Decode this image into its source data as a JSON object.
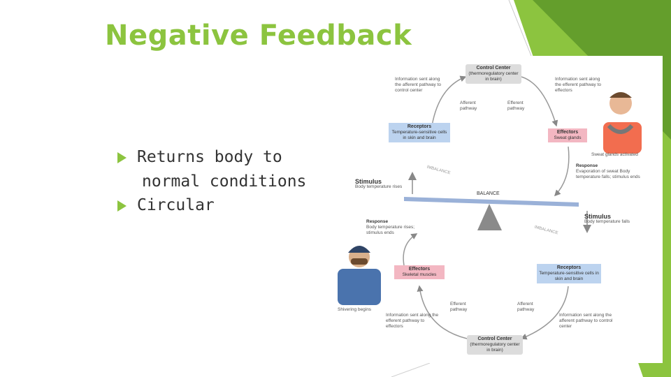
{
  "slide": {
    "title": "Negative Feedback",
    "bullets": [
      {
        "line1": "Returns body to",
        "line2": "normal conditions"
      },
      {
        "line1": "Circular"
      }
    ]
  },
  "diagram": {
    "top_control_center": {
      "title": "Control Center",
      "body": "(thermoregulatory center in brain)"
    },
    "top_left_info": "Information sent along the afferent pathway to control center",
    "top_right_info": "Information sent along the efferent pathway to effectors",
    "top_afferent": "Afferent pathway",
    "top_efferent": "Efferent pathway",
    "upper_receptors": {
      "title": "Receptors",
      "body": "Temperature-sensitive cells in skin and brain"
    },
    "upper_effectors": {
      "title": "Effectors",
      "body": "Sweat glands"
    },
    "sweat_label": "Sweat glands activated",
    "upper_response": {
      "title": "Response",
      "body": "Evaporation of sweat Body temperature falls; stimulus ends"
    },
    "left_stimulus": {
      "title": "Stimulus",
      "body": "Body temperature rises"
    },
    "imbalance_upper": "IMBALANCE",
    "balance": "BALANCE",
    "imbalance_lower": "IMBALANCE",
    "right_stimulus": {
      "title": "Stimulus",
      "body": "Body temperature falls"
    },
    "lower_response": {
      "title": "Response",
      "body": "Body temperature rises; stimulus ends"
    },
    "lower_effectors": {
      "title": "Effectors",
      "body": "Skeletal muscles"
    },
    "lower_receptors": {
      "title": "Receptors",
      "body": "Temperature-sensitive cells in skin and brain"
    },
    "shiver_label": "Shivering begins",
    "bottom_efferent": "Efferent pathway",
    "bottom_afferent": "Afferent pathway",
    "bottom_left_info": "Information sent along the efferent pathway to effectors",
    "bottom_right_info": "Information sent along the afferent pathway to control center",
    "bottom_control_center": {
      "title": "Control Center",
      "body": "(thermoregulatory center in brain)"
    }
  },
  "colors": {
    "accent": "#8cc43f",
    "accent_dark": "#5f9a2a",
    "receptor_blue": "#bcd3ef",
    "effector_pink": "#f3b7c2",
    "seesaw_blue": "#9ab1d8"
  }
}
